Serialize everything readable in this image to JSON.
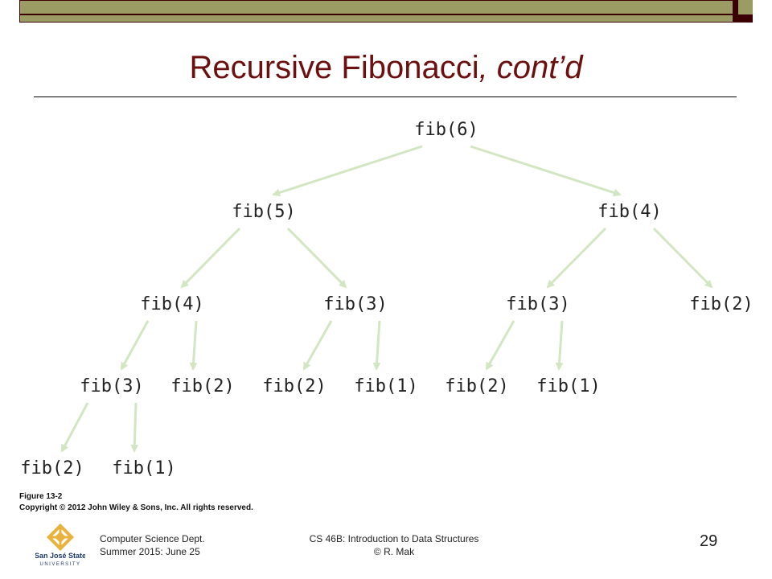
{
  "slide": {
    "title_main": "Recursive Fibonacci",
    "title_italic": ", cont’d",
    "figure_label": "Figure 13-2",
    "copyright": "Copyright © 2012 John Wiley & Sons, Inc. All rights reserved.",
    "footer_left_1": "Computer Science Dept.",
    "footer_left_2": "Summer 2015: June 25",
    "footer_center_1": "CS 46B: Introduction to Data Structures",
    "footer_center_2": "© R. Mak",
    "page_number": "29",
    "logo_text_1": "San José State",
    "logo_text_2": "UNIVERSITY"
  },
  "tree": {
    "nodes": [
      {
        "id": "n0",
        "label": "fib(6)"
      },
      {
        "id": "n1",
        "label": "fib(5)"
      },
      {
        "id": "n2",
        "label": "fib(4)"
      },
      {
        "id": "n3",
        "label": "fib(4)"
      },
      {
        "id": "n4",
        "label": "fib(3)"
      },
      {
        "id": "n5",
        "label": "fib(3)"
      },
      {
        "id": "n6",
        "label": "fib(2)"
      },
      {
        "id": "n7",
        "label": "fib(3)"
      },
      {
        "id": "n8",
        "label": "fib(2)"
      },
      {
        "id": "n9",
        "label": "fib(2)"
      },
      {
        "id": "n10",
        "label": "fib(1)"
      },
      {
        "id": "n11",
        "label": "fib(2)"
      },
      {
        "id": "n12",
        "label": "fib(1)"
      },
      {
        "id": "n13",
        "label": "fib(2)"
      },
      {
        "id": "n14",
        "label": "fib(1)"
      }
    ],
    "edges": [
      [
        "n0",
        "n1"
      ],
      [
        "n0",
        "n2"
      ],
      [
        "n1",
        "n3"
      ],
      [
        "n1",
        "n4"
      ],
      [
        "n2",
        "n5"
      ],
      [
        "n2",
        "n6"
      ],
      [
        "n3",
        "n7"
      ],
      [
        "n3",
        "n8"
      ],
      [
        "n4",
        "n9"
      ],
      [
        "n4",
        "n10"
      ],
      [
        "n5",
        "n11"
      ],
      [
        "n5",
        "n12"
      ],
      [
        "n7",
        "n13"
      ],
      [
        "n7",
        "n14"
      ]
    ],
    "edge_color": "#d3e6c3"
  }
}
